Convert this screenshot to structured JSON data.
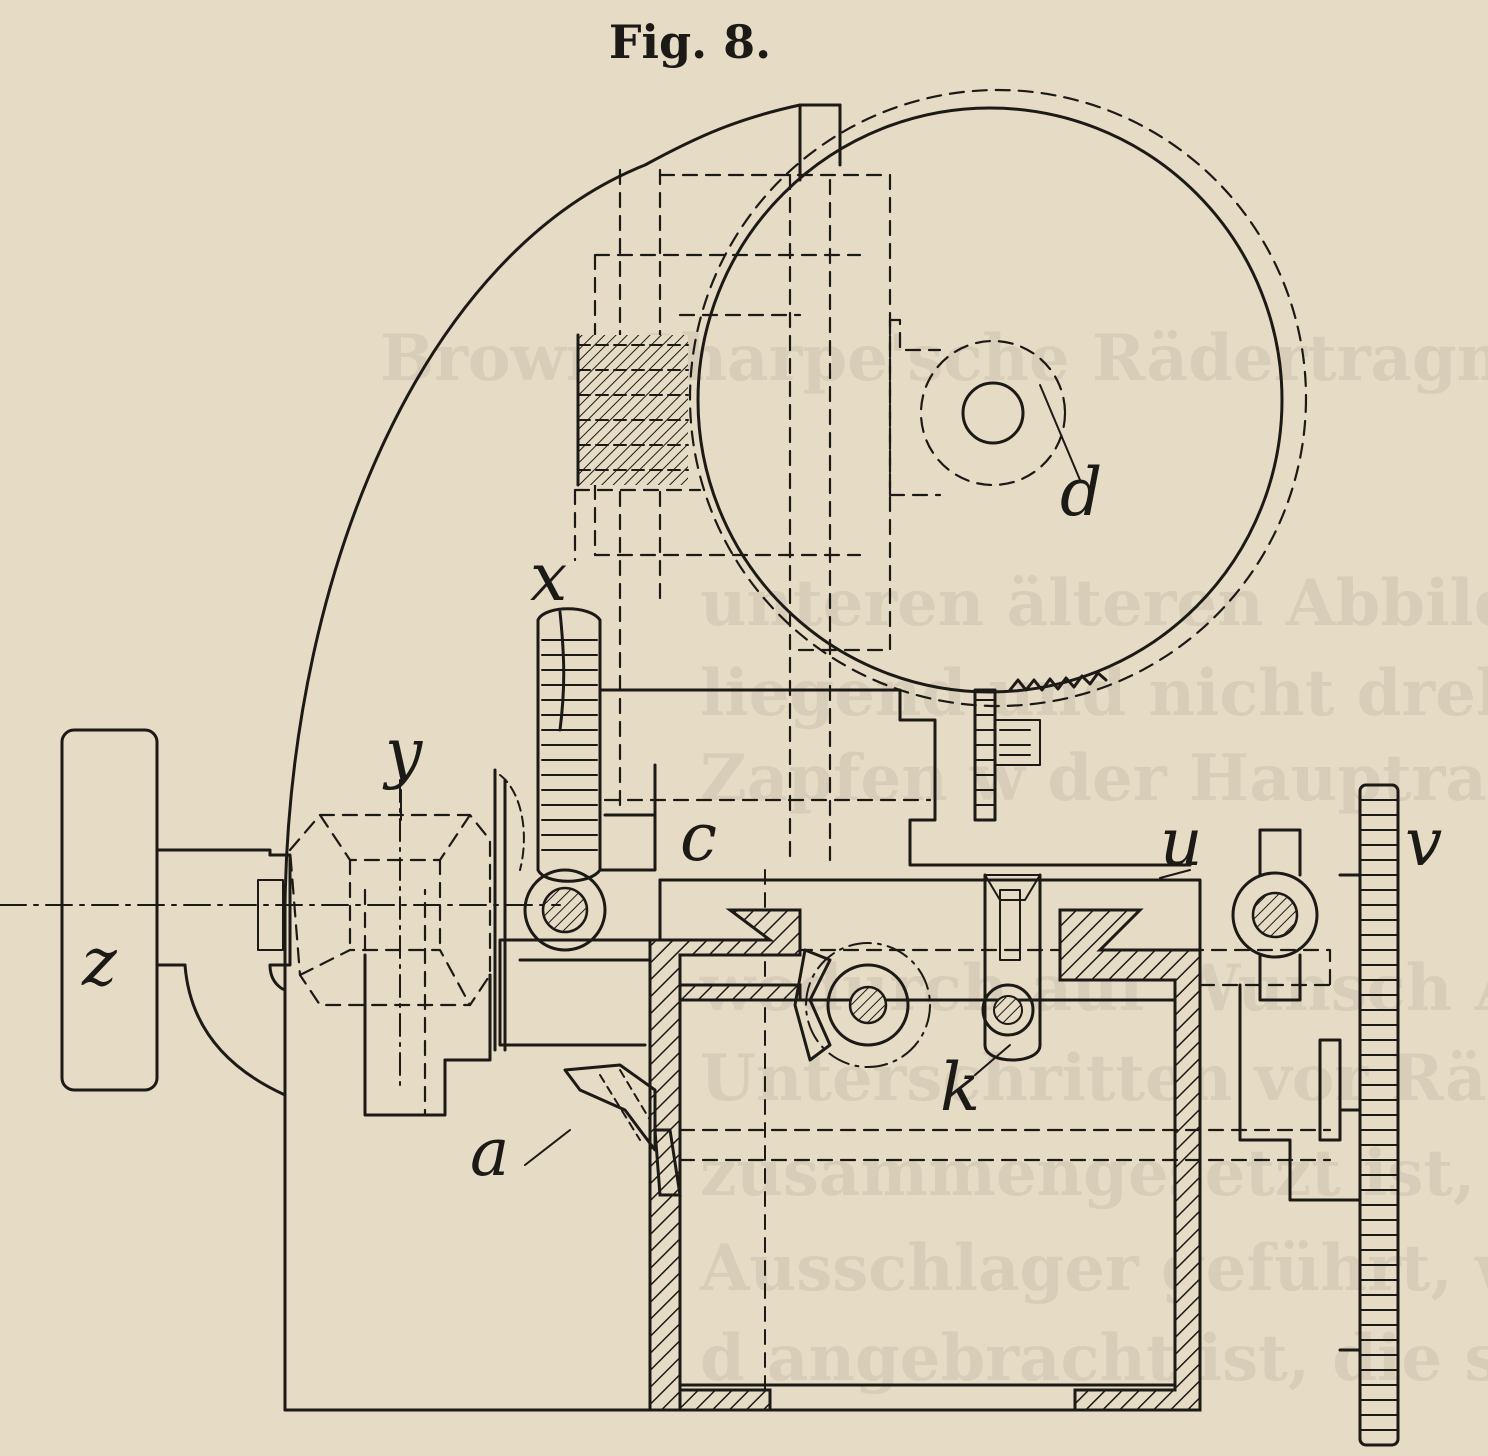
{
  "figure": {
    "title": "Fig. 8.",
    "labels": {
      "d": "d",
      "x": "x",
      "y": "y",
      "c": "c",
      "u": "u",
      "v": "v",
      "z": "z",
      "k": "k",
      "a": "a"
    }
  },
  "bleed_through_text": [
    "Brown Sharpe'sche Rädertragmaschine",
    "unteren älteren Abbildungen sind diese W",
    "liegend und nicht drehbar, sondern e",
    "Zapfen w der Hauptrahme aufgelegt,",
    "wodurch auf Wunsch Antrieb bei",
    "Unterschritten vor Räderformen ge-",
    "zusammengesetzt ist, die Tauchspindel",
    "Ausschlager geführt, welche an einem",
    "d angebracht ist, die seitliche Längs-"
  ],
  "colors": {
    "paper": "#e6dcc5",
    "ink": "#1c1a17"
  }
}
